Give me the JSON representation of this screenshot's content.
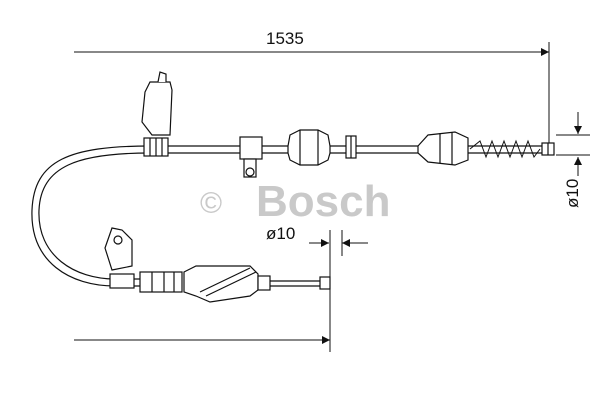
{
  "dimensions": {
    "overall_length": "1535",
    "diameter_right": "ø10",
    "diameter_left": "ø10"
  },
  "watermark": {
    "copyright_symbol": "©",
    "brand": "Bosch"
  },
  "colors": {
    "line": "#111111",
    "watermark": "#c9c9c9",
    "background": "#ffffff"
  }
}
